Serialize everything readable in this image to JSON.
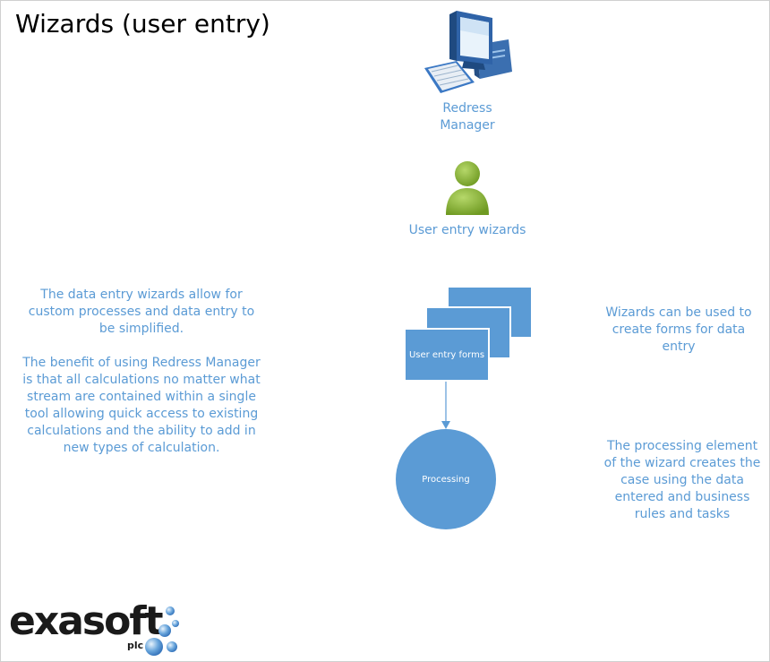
{
  "title": "Wizards (user entry)",
  "diagram": {
    "redress_manager_label": [
      "Redress",
      "Manager"
    ],
    "user_wizards_label": "User entry wizards",
    "forms_label": "User entry forms",
    "processing_label": "Processing"
  },
  "left_text": {
    "para1": "The data entry wizards allow for custom processes and data entry to be simplified.",
    "para2": "The benefit of using Redress Manager is that all calculations no matter what stream are contained within a single tool allowing quick access to existing calculations and the ability to add in new types of calculation."
  },
  "right_text": {
    "forms_note": "Wizards can be used to create forms for data entry",
    "processing_note": "The processing element of the wizard creates the case using the data entered and business rules and tasks"
  },
  "logo": {
    "text": "exasoft",
    "suffix": "plc"
  },
  "colors": {
    "accent_blue": "#5b9bd5",
    "user_green": "#8cb83c",
    "logo_black": "#1a1a1a",
    "bubble_blue": "#4a8fd0"
  },
  "icons": {
    "computer": "computer-icon",
    "user": "user-icon"
  }
}
